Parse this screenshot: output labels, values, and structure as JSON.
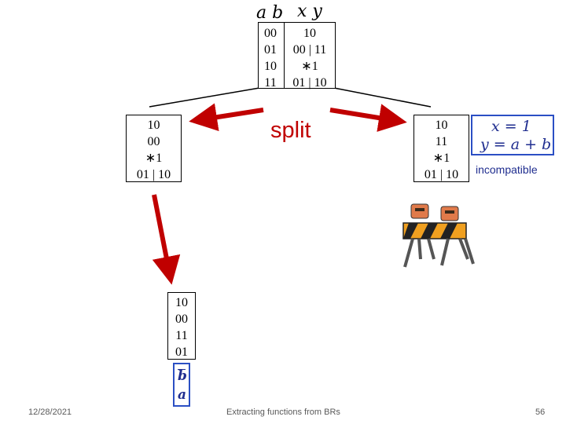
{
  "header": {
    "left_label": "a b",
    "right_label": "x y"
  },
  "top_table": {
    "left_col": [
      "00",
      "01",
      "10",
      "11"
    ],
    "right_col": [
      "10",
      "00 | 11",
      "∗1",
      "01 | 10"
    ]
  },
  "left_box": {
    "rows": [
      "10",
      "00",
      "∗1",
      "01 | 10"
    ]
  },
  "right_box": {
    "rows": [
      "10",
      "11",
      "∗1",
      "01 | 10"
    ]
  },
  "split_label": "split",
  "equations": {
    "line1": "x = 1",
    "line2": "y = a + b"
  },
  "incompatible_label": "incompatible",
  "bottom_box": {
    "rows": [
      "10",
      "00",
      "11",
      "01"
    ]
  },
  "bottom_expr": {
    "top": "b",
    "bottom": "a"
  },
  "footer": {
    "date": "12/28/2021",
    "title": "Extracting functions from BRs",
    "page": "56"
  },
  "colors": {
    "arrow": "#c00000",
    "text_red": "#c00000",
    "math_blue": "#1f2d8f",
    "box_blue": "#2b4fc4"
  }
}
